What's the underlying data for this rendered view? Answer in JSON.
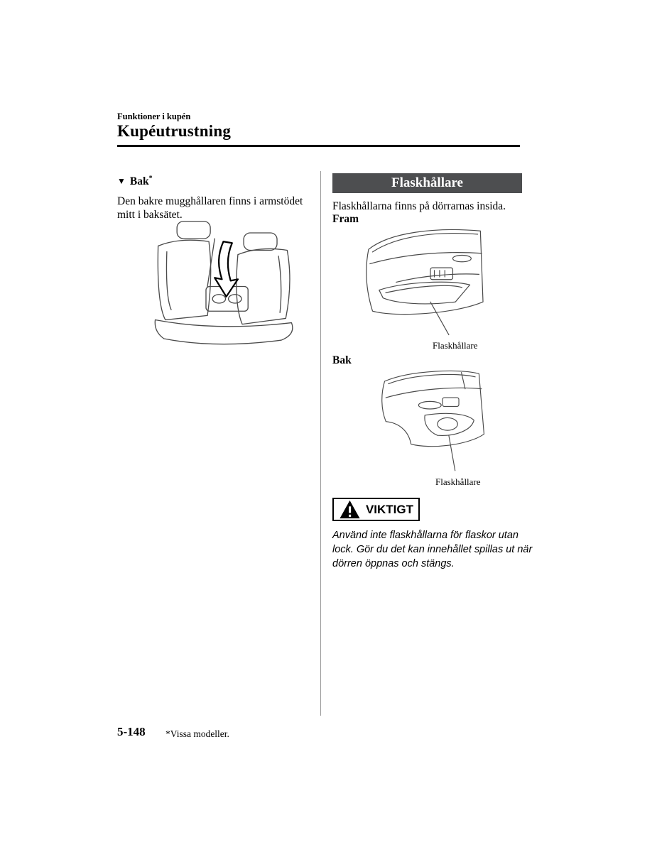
{
  "page": {
    "section_label": "Funktioner i kupén",
    "title": "Kupéutrustning",
    "page_number": "5-148",
    "footnote": "*Vissa modeller."
  },
  "left": {
    "marker": "▼",
    "heading": "Bak",
    "heading_sup": "*",
    "body": "Den bakre mugghållaren finns i armstödet mitt i baksätet."
  },
  "right": {
    "banner": "Flaskhållare",
    "intro": "Flaskhållarna finns på dörrarnas insida.",
    "front_label": "Fram",
    "front_caption": "Flaskhållare",
    "back_label": "Bak",
    "back_caption": "Flaskhållare",
    "warning": {
      "title": "VIKTIGT",
      "body": "Använd inte flaskhållarna för flaskor utan lock. Gör du det kan innehållet spillas ut när dörren öppnas och stängs."
    },
    "colors": {
      "banner_bg": "#4d4e50"
    }
  }
}
